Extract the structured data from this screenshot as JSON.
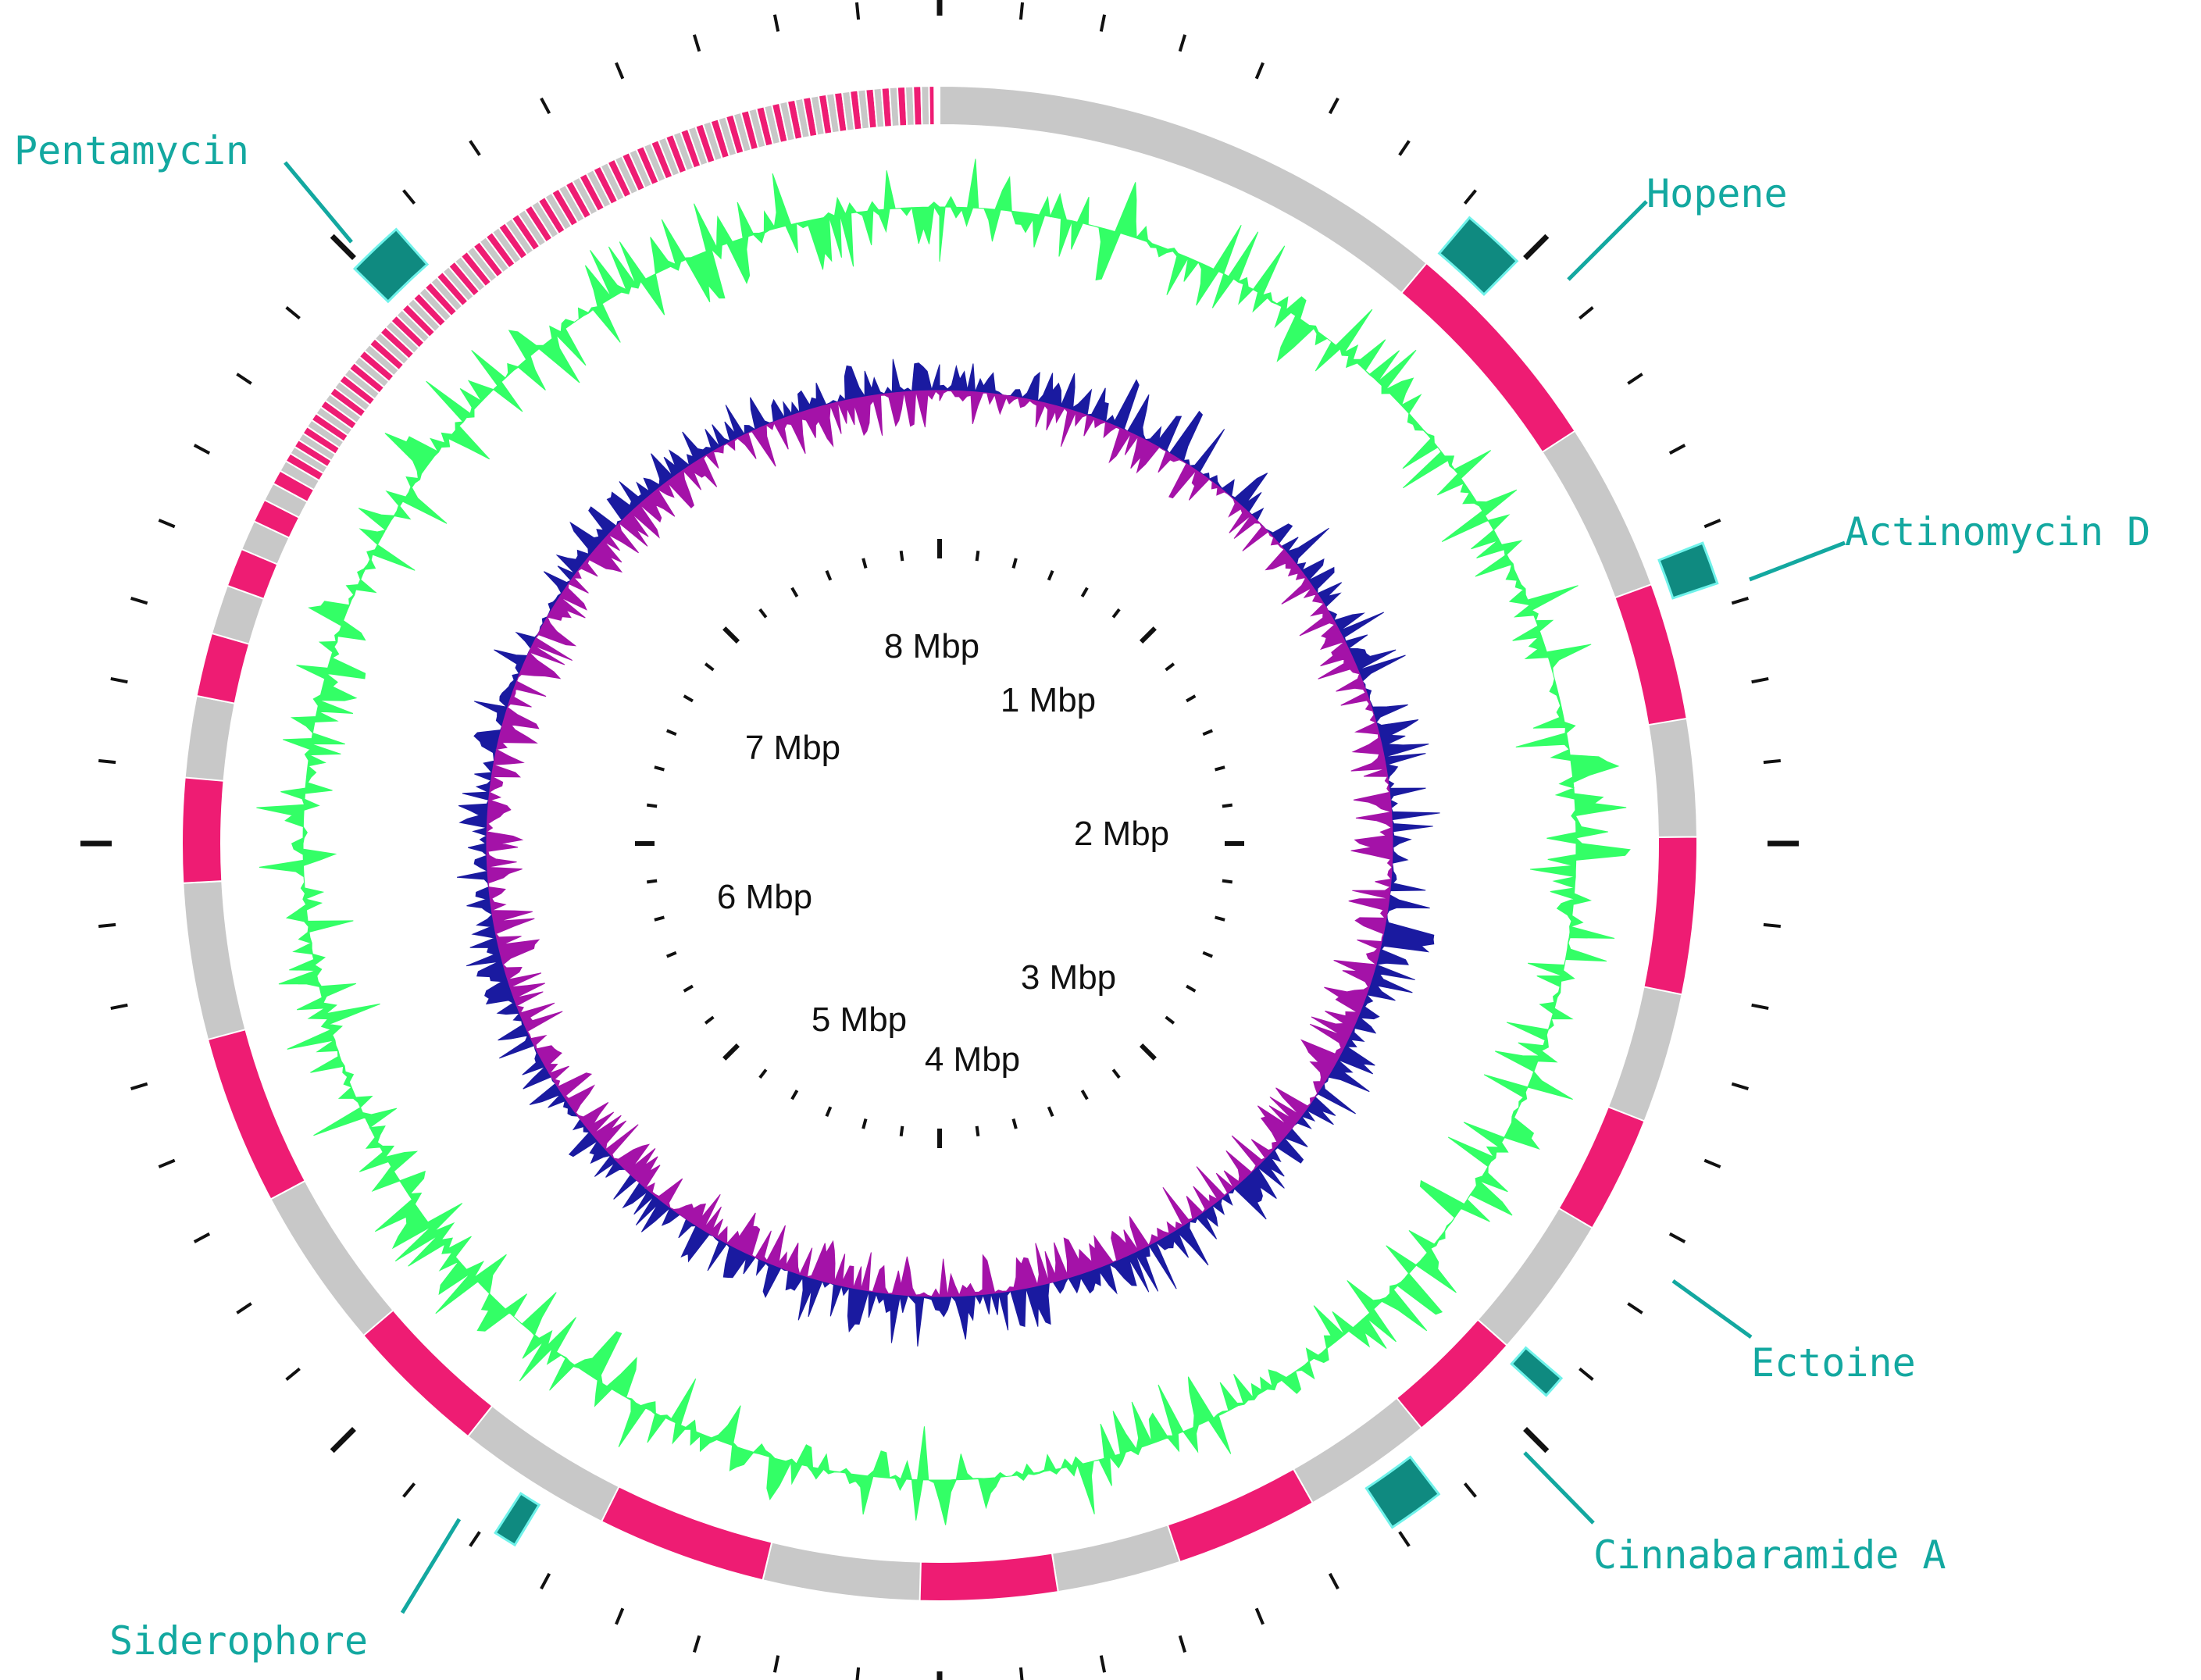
{
  "genome_map": {
    "scale_labels": [
      "8 Mbp",
      "1 Mbp",
      "2 Mbp",
      "3 Mbp",
      "4 Mbp",
      "5 Mbp",
      "6 Mbp",
      "7 Mbp"
    ],
    "bgc_labels": [
      {
        "id": "pentamycin",
        "text": "Pentamycin"
      },
      {
        "id": "hopene",
        "text": "Hopene"
      },
      {
        "id": "actinomycin-d",
        "text": "Actinomycin D"
      },
      {
        "id": "ectoine",
        "text": "Ectoine"
      },
      {
        "id": "cinnabaramide-a",
        "text": "Cinnabaramide A"
      },
      {
        "id": "siderophore",
        "text": "Siderophore"
      }
    ],
    "colors": {
      "contig_pink": "#ee1c73",
      "contig_gray": "#c8c8c8",
      "gc_content": "#33ff66",
      "gc_skew_positive": "#1a1aa0",
      "gc_skew_negative": "#a412a8",
      "bgc_marker": "#0f8a80",
      "bgc_label": "#13a8a0",
      "tick": "#111111"
    }
  }
}
